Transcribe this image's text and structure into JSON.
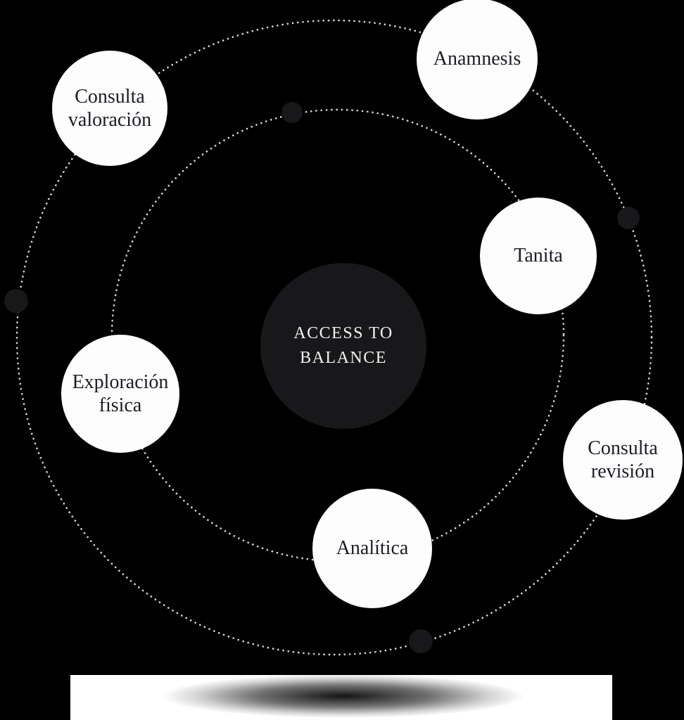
{
  "diagram": {
    "title": "ACCESS TO BALANCE",
    "center": {
      "label": "ACCESS TO BALANCE"
    },
    "nodes": [
      {
        "label": "Consulta valoración",
        "orbit": "outer"
      },
      {
        "label": "Anamnesis",
        "orbit": "outer"
      },
      {
        "label": "Tanita",
        "orbit": "inner"
      },
      {
        "label": "Consulta revisión",
        "orbit": "outer"
      },
      {
        "label": "Analítica",
        "orbit": "inner"
      },
      {
        "label": "Exploración física",
        "orbit": "inner"
      }
    ],
    "orbit_marker_count": 4,
    "colors": {
      "background": "#000000",
      "node_fill": "#fdfdfd",
      "node_text": "#1c1c26",
      "center_fill": "#18181a",
      "center_text": "#f2f2f2",
      "orbit_dots": "#d2d2d2",
      "orbit_marker": "#18181a",
      "bottom_panel": "#ffffff"
    }
  }
}
